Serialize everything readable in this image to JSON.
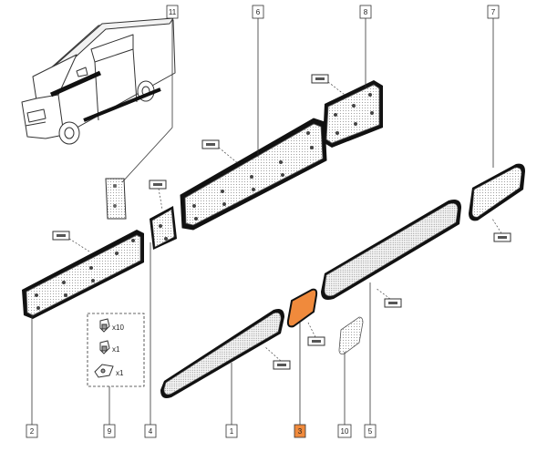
{
  "diagram": {
    "accent_color": "#f08a3c",
    "callouts": [
      {
        "id": "c1",
        "label": "1"
      },
      {
        "id": "c2",
        "label": "2"
      },
      {
        "id": "c3",
        "label": "3",
        "highlighted": true
      },
      {
        "id": "c4",
        "label": "4"
      },
      {
        "id": "c5",
        "label": "5"
      },
      {
        "id": "c6",
        "label": "6"
      },
      {
        "id": "c7",
        "label": "7"
      },
      {
        "id": "c8",
        "label": "8"
      },
      {
        "id": "c9",
        "label": "9"
      },
      {
        "id": "c10",
        "label": "10"
      },
      {
        "id": "c11",
        "label": "11"
      }
    ],
    "fastener_kit": {
      "items": [
        {
          "icon": "clip-icon",
          "qty": "x10"
        },
        {
          "icon": "clip-icon",
          "qty": "x1"
        },
        {
          "icon": "clip-base-icon",
          "qty": "x1"
        }
      ]
    }
  }
}
